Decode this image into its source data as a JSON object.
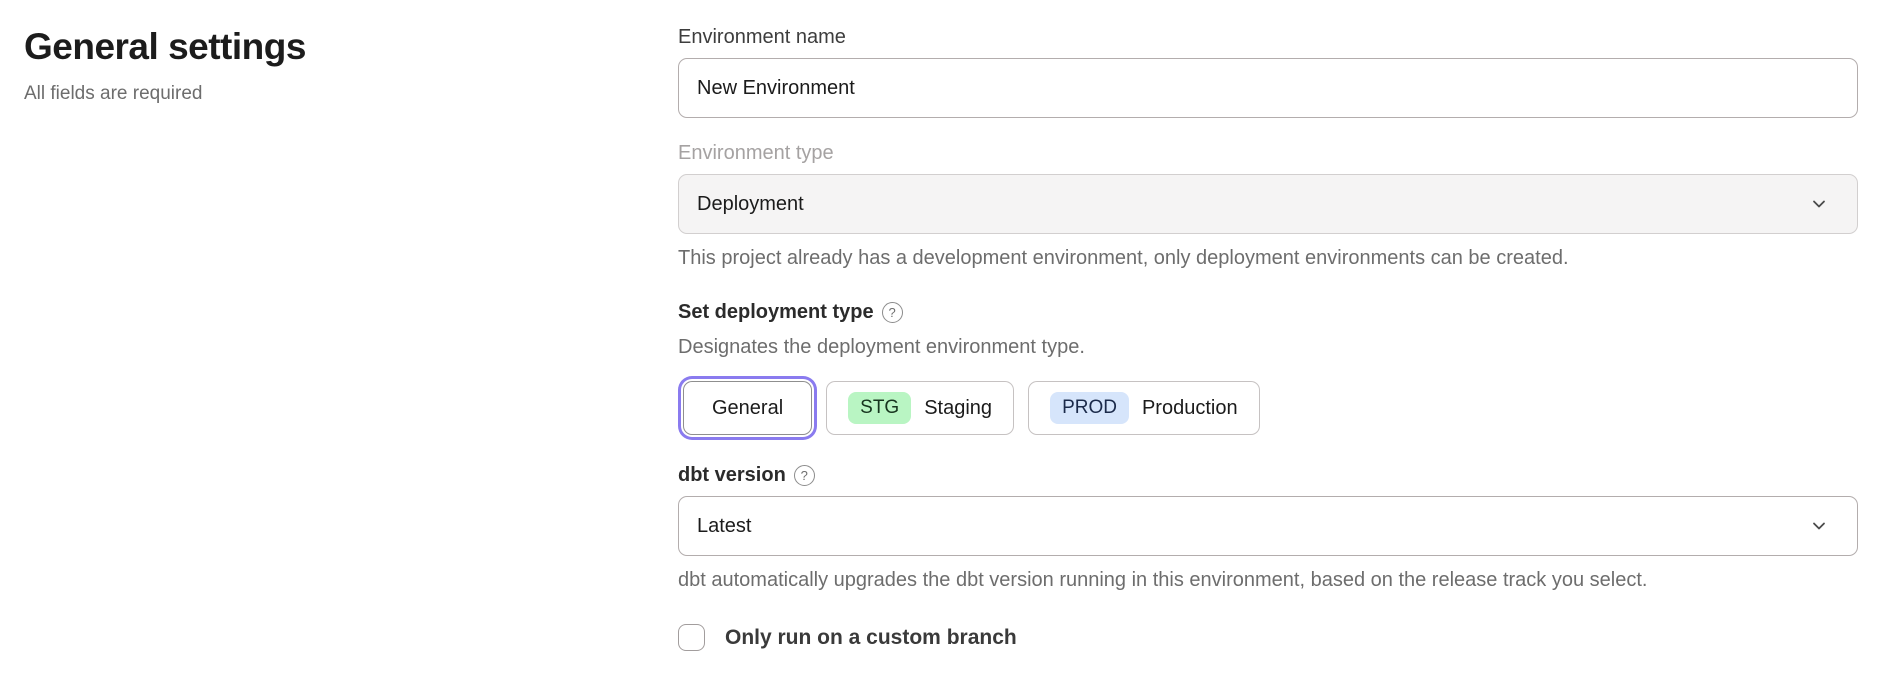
{
  "page": {
    "title": "General settings",
    "subtitle": "All fields are required"
  },
  "form": {
    "environment_name": {
      "label": "Environment name",
      "value": "New Environment"
    },
    "environment_type": {
      "label": "Environment type",
      "value": "Deployment",
      "disabled": true,
      "helper": "This project already has a development environment, only deployment environments can be created."
    },
    "deployment_type": {
      "label": "Set deployment type",
      "help_icon": "?",
      "description": "Designates the deployment environment type.",
      "options": {
        "general": {
          "label": "General",
          "selected": true
        },
        "staging": {
          "badge": "STG",
          "label": "Staging",
          "selected": false
        },
        "production": {
          "badge": "PROD",
          "label": "Production",
          "selected": false
        }
      }
    },
    "dbt_version": {
      "label": "dbt version",
      "help_icon": "?",
      "value": "Latest",
      "helper": "dbt automatically upgrades the dbt version running in this environment, based on the release track you select."
    },
    "custom_branch": {
      "label": "Only run on a custom branch",
      "checked": false
    }
  },
  "colors": {
    "accent_ring": "#8a7bef",
    "stg_badge_bg": "#b9f5c3",
    "prod_badge_bg": "#d6e5fb",
    "disabled_field_bg": "#f5f4f4",
    "input_border": "#b3adad",
    "helper_text": "#6d6d6d",
    "heading_text": "#1c1c1c"
  }
}
